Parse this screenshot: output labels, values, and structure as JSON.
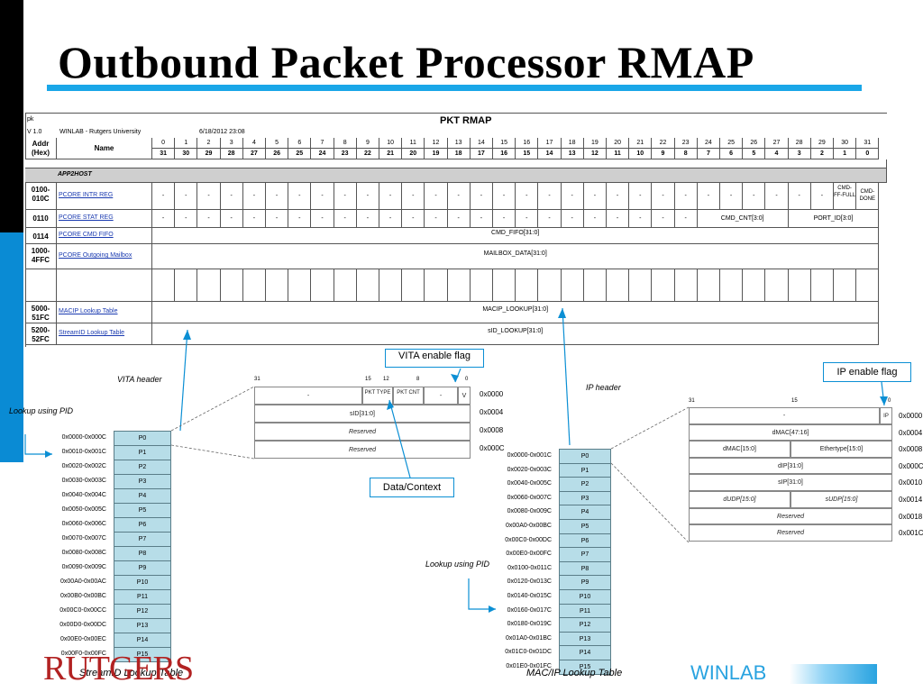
{
  "title": "Outbound Packet Processor RMAP",
  "sheet": {
    "corner1": "pk",
    "corner2": "V 1.0",
    "org": "WINLAB - Rutgers University",
    "date": "6/18/2012 23:08",
    "heading": "PKT RMAP",
    "addr_header": "Addr (Hex)",
    "name_header": "Name",
    "bits_top": [
      "0",
      "1",
      "2",
      "3",
      "4",
      "5",
      "6",
      "7",
      "8",
      "9",
      "10",
      "11",
      "12",
      "13",
      "14",
      "15",
      "16",
      "17",
      "18",
      "19",
      "20",
      "21",
      "22",
      "23",
      "24",
      "25",
      "26",
      "27",
      "28",
      "29",
      "30",
      "31"
    ],
    "bits_bottom": [
      "31",
      "30",
      "29",
      "28",
      "27",
      "26",
      "25",
      "24",
      "23",
      "22",
      "21",
      "20",
      "19",
      "18",
      "17",
      "16",
      "15",
      "14",
      "13",
      "12",
      "11",
      "10",
      "9",
      "8",
      "7",
      "6",
      "5",
      "4",
      "3",
      "2",
      "1",
      "0"
    ],
    "section": "APP2HOST",
    "rows": [
      {
        "addr": "0100-010C",
        "name": "PCORE INTR REG",
        "cmd_ff_full": "CMD-FF-FULL",
        "cmd_done": "CMD-DONE",
        "dash": "-"
      },
      {
        "addr": "0110",
        "name": "PCORE STAT REG",
        "cmd_cnt": "CMD_CNT[3:0]",
        "port_id": "PORT_ID[3:0]",
        "dash": "-"
      },
      {
        "addr": "0114",
        "name": "PCORE CMD FIFO",
        "field": "CMD_FIFO[31:0]"
      },
      {
        "addr": "1000-4FFC",
        "name": "PCORE Outgoing Mailbox",
        "field": "MAILBOX_DATA[31:0]"
      },
      {
        "addr": "5000-51FC",
        "name": "MACIP Lookup Table",
        "field": "MACIP_LOOKUP[31:0]"
      },
      {
        "addr": "5200-52FC",
        "name": "StreamID Lookup Table",
        "field": "sID_LOOKUP[31:0]"
      }
    ]
  },
  "callouts": {
    "vita_flag": "VITA enable flag",
    "ip_flag": "IP enable flag",
    "data_context": "Data/Context"
  },
  "captions": {
    "vita_header": "VITA header",
    "ip_header": "IP header",
    "lookup_pid_left": "Lookup using  PID",
    "lookup_pid_right": "Lookup using  PID",
    "streamid_table": "StreamID Lookup Table",
    "macip_table": "MAC/IP Lookup Table"
  },
  "vita": {
    "bit31": "31",
    "bit15": "15",
    "bit12": "12",
    "bit8": "8",
    "bit0": "0",
    "row0": {
      "a": "-",
      "b": "PKT TYPE",
      "c": "PKT CNT",
      "d": "-",
      "e": "V"
    },
    "row1": "sID[31:0]",
    "row2": "Reserved",
    "row3": "Reserved",
    "offsets": [
      "0x0000",
      "0x0004",
      "0x0008",
      "0x000C"
    ]
  },
  "ip": {
    "bit31": "31",
    "bit15": "15",
    "bit0": "0",
    "row0": {
      "a": "-",
      "b": "IP"
    },
    "row1": "dMAC[47:16]",
    "row2": {
      "a": "dMAC[15:0]",
      "b": "Ethertype[15:0]"
    },
    "row3": "dIP[31:0]",
    "row4": "sIP[31:0]",
    "row5": {
      "a": "dUDP[15:0]",
      "b": "sUDP[15:0]"
    },
    "row6": "Reserved",
    "row7": "Reserved",
    "offsets": [
      "0x0000",
      "0x0004",
      "0x0008",
      "0x000C",
      "0x0010",
      "0x0014",
      "0x0018",
      "0x001C"
    ]
  },
  "streamid_lookup": {
    "addrs": [
      "0x0000-0x000C",
      "0x0010-0x001C",
      "0x0020-0x002C",
      "0x0030-0x003C",
      "0x0040-0x004C",
      "0x0050-0x005C",
      "0x0060-0x006C",
      "0x0070-0x007C",
      "0x0080-0x008C",
      "0x0090-0x009C",
      "0x00A0-0x00AC",
      "0x00B0-0x00BC",
      "0x00C0-0x00CC",
      "0x00D0-0x00DC",
      "0x00E0-0x00EC",
      "0x00F0-0x00FC"
    ],
    "entries": [
      "P0",
      "P1",
      "P2",
      "P3",
      "P4",
      "P5",
      "P6",
      "P7",
      "P8",
      "P9",
      "P10",
      "P11",
      "P12",
      "P13",
      "P14",
      "P15"
    ]
  },
  "macip_lookup": {
    "addrs": [
      "0x0000-0x001C",
      "0x0020-0x003C",
      "0x0040-0x005C",
      "0x0060-0x007C",
      "0x0080-0x009C",
      "0x00A0-0x00BC",
      "0x00C0-0x00DC",
      "0x00E0-0x00FC",
      "0x0100-0x011C",
      "0x0120-0x013C",
      "0x0140-0x015C",
      "0x0160-0x017C",
      "0x0180-0x019C",
      "0x01A0-0x01BC",
      "0x01C0-0x01DC",
      "0x01E0-0x01FC"
    ],
    "entries": [
      "P0",
      "P1",
      "P2",
      "P3",
      "P4",
      "P5",
      "P6",
      "P7",
      "P8",
      "P9",
      "P10",
      "P11",
      "P12",
      "P13",
      "P14",
      "P15"
    ]
  },
  "logos": {
    "rutgers": "RUTGERS",
    "winlab": "WINLAB"
  },
  "colors": {
    "accent": "#1aa7e8",
    "cell": "#b7dde8",
    "rutgers_red": "#b22222",
    "winlab_blue": "#29a3e0"
  }
}
